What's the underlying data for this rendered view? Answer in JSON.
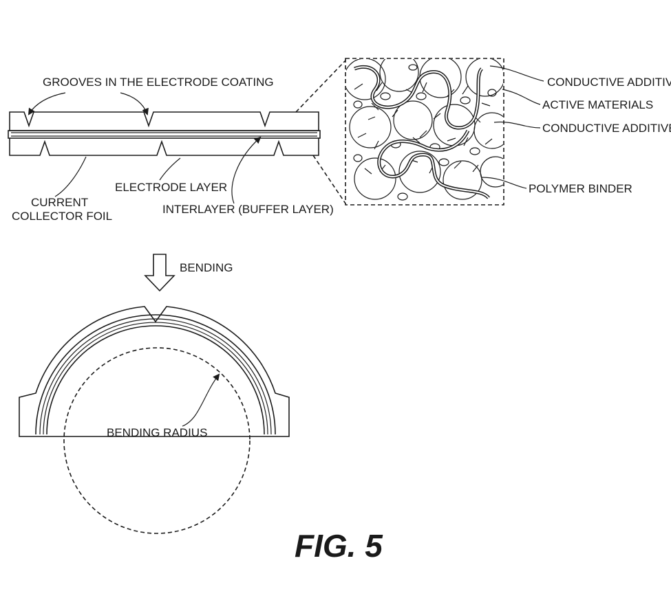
{
  "labels": {
    "grooves": "GROOVES IN THE ELECTRODE COATING",
    "current_collector_line1": "CURRENT",
    "current_collector_line2": "COLLECTOR FOIL",
    "electrode_layer": "ELECTRODE LAYER",
    "interlayer": "INTERLAYER (BUFFER LAYER)",
    "conductive_additive_1": "CONDUCTIVE ADDITIVE",
    "active_materials": "ACTIVE MATERIALS",
    "conductive_additive_2": "CONDUCTIVE ADDITIVE T",
    "polymer_binder": "POLYMER BINDER",
    "bending": "BENDING",
    "bending_radius": "BENDING RADIUS"
  },
  "figure_label": "FIG. 5"
}
